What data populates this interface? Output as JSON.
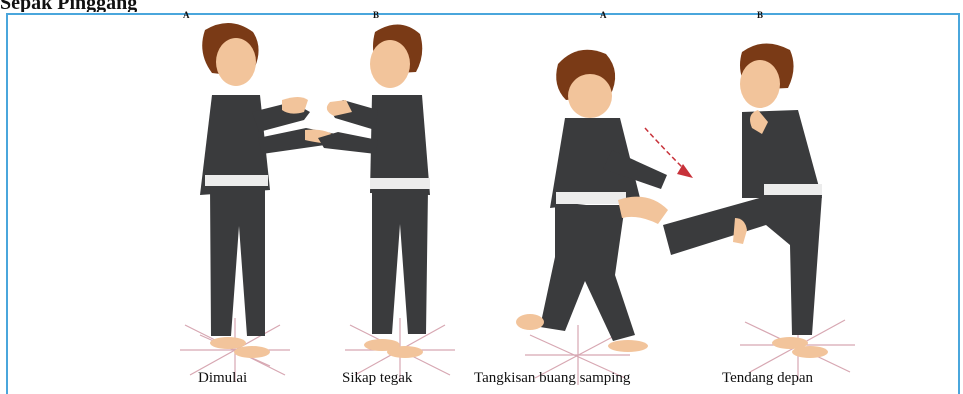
{
  "heading": "Sepak Pinggang",
  "figures": [
    {
      "label": "A",
      "caption": "Dimulai"
    },
    {
      "label": "B",
      "caption": "Sikap tegak"
    },
    {
      "label": "A",
      "caption": "Tangkisan buang samping"
    },
    {
      "label": "B",
      "caption": "Tendang depan"
    }
  ],
  "colors": {
    "frame": "#4aa6dc",
    "uniform": "#3a3b3d",
    "hair": "#7a3a16",
    "skin": "#f2c49b",
    "belt": "#ececec",
    "arrow": "#c8323a",
    "floor_marks": "#d7a7b2"
  }
}
